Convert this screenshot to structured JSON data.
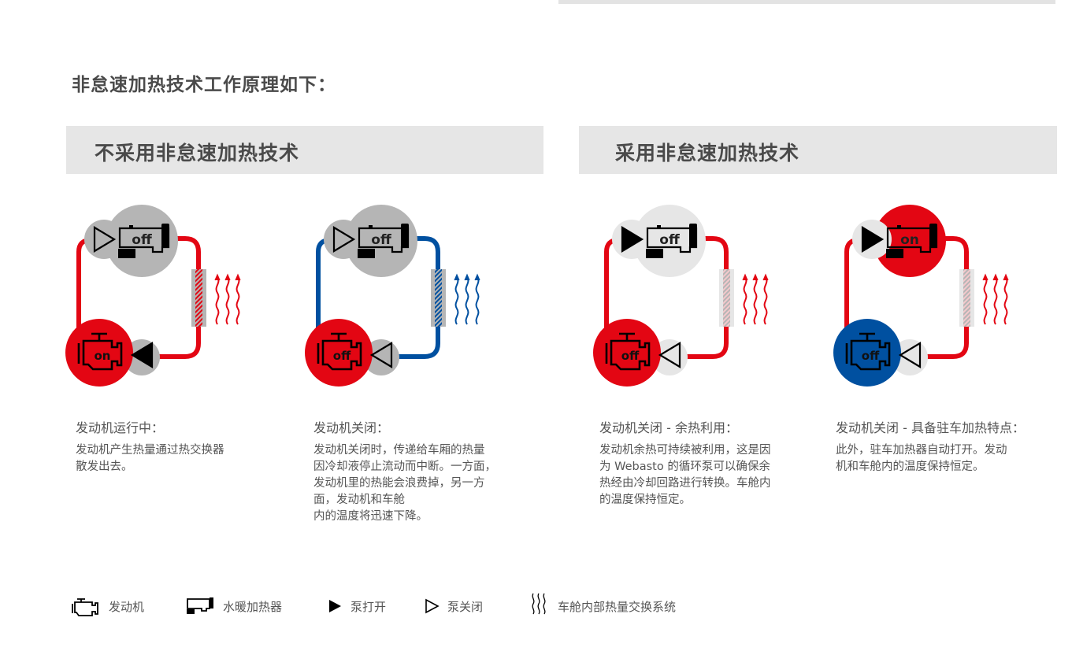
{
  "title": "非怠速加热技术工作原理如下：",
  "sections": [
    {
      "label": "不采用非怠速加热技术"
    },
    {
      "label": "采用非怠速加热技术"
    }
  ],
  "colors": {
    "red": "#e30613",
    "blue": "#0050a0",
    "gray": "#b5b5b5",
    "light": "#e6e6e6",
    "black": "#000000"
  },
  "diagrams": [
    {
      "loop": "red",
      "heater_bg": "gray",
      "heater_label": "off",
      "top_pump_filled": false,
      "top_pump_bg": "gray",
      "engine_bg": "red",
      "engine_label": "on",
      "bottom_pump_filled": true,
      "bottom_pump_bg": "gray",
      "wave": "red",
      "exchanger": "red"
    },
    {
      "loop": "blue",
      "heater_bg": "gray",
      "heater_label": "off",
      "top_pump_filled": false,
      "top_pump_bg": "gray",
      "engine_bg": "red",
      "engine_label": "off",
      "bottom_pump_filled": false,
      "bottom_pump_bg": "gray",
      "wave": "blue",
      "exchanger": "blue"
    },
    {
      "loop": "red",
      "heater_bg": "light",
      "heater_label": "off",
      "top_pump_filled": true,
      "top_pump_bg": "light",
      "engine_bg": "red",
      "engine_label": "off",
      "bottom_pump_filled": false,
      "bottom_pump_bg": "light",
      "wave": "red",
      "exchanger": "light"
    },
    {
      "loop": "red",
      "heater_bg": "red",
      "heater_label": "on",
      "top_pump_filled": true,
      "top_pump_bg": "light",
      "engine_bg": "blue",
      "engine_label": "off",
      "bottom_pump_filled": false,
      "bottom_pump_bg": "light",
      "wave": "red",
      "exchanger": "light"
    }
  ],
  "descriptions": [
    {
      "heading": "发动机运行中：",
      "lines": [
        "发动机产生热量通过热交换器",
        "散发出去。"
      ]
    },
    {
      "heading": "发动机关闭：",
      "lines": [
        "发动机关闭时，传递给车厢的热量",
        "因冷却液停止流动而中断。一方面，",
        "发动机里的热能会浪费掉，另一方",
        "面，发动机和车舱",
        "内的温度将迅速下降。"
      ]
    },
    {
      "heading": "发动机关闭 - 余热利用：",
      "lines": [
        "发动机余热可持续被利用，这是因",
        "为 Webasto 的循环泵可以确保余",
        "热经由冷却回路进行转换。车舱内",
        "的温度保持恒定。"
      ]
    },
    {
      "heading": "发动机关闭 - 具备驻车加热特点：",
      "lines": [
        "此外，驻车加热器自动打开。发动",
        "机和车舱内的温度保持恒定。"
      ]
    }
  ],
  "legend": [
    {
      "icon": "engine-icon",
      "label": "发动机"
    },
    {
      "icon": "water-heater-icon",
      "label": "水暖加热器"
    },
    {
      "icon": "pump-on-icon",
      "label": "泵打开"
    },
    {
      "icon": "pump-off-icon",
      "label": "泵关闭"
    },
    {
      "icon": "heat-exchange-icon",
      "label": "车舱内部热量交换系统"
    }
  ]
}
